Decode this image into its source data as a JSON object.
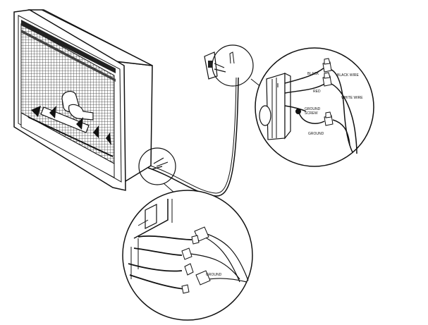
{
  "labels": {
    "black": "BLACK",
    "black_wire": "BLACK WIRE",
    "red": "RED",
    "white_wire": "WHITE WIRE",
    "ground_screw_line1": "GROUND",
    "ground_screw_line2": "SCREW",
    "ground_top": "GROUND",
    "ground_bottom": "GROUND"
  }
}
